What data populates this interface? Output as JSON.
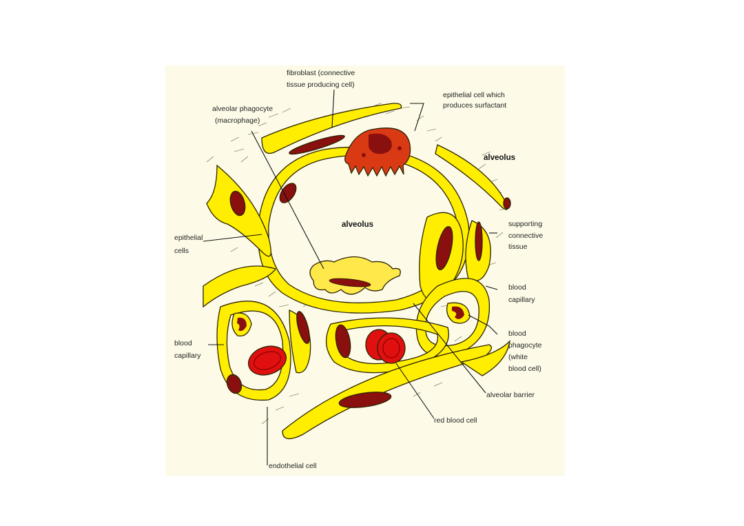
{
  "labels": {
    "fibroblast_line1": "fibroblast (connective",
    "fibroblast_line2": "tissue producing cell)",
    "epithelial_surf_line1": "epithelial cell which",
    "epithelial_surf_line2": "produces surfactant",
    "phagocyte_line1": "alveolar phagocyte",
    "phagocyte_line2": "(macrophage)",
    "alveolus_right": "alveolus",
    "alveolus_center": "alveolus",
    "epithelial_cells_line1": "epithelial",
    "epithelial_cells_line2": "cells",
    "supporting_line1": "supporting",
    "supporting_line2": "connective",
    "supporting_line3": "tissue",
    "capillary_right_line1": "blood",
    "capillary_right_line2": "capillary",
    "blood_phagocyte_line1": "blood",
    "blood_phagocyte_line2": "phagocyte",
    "blood_phagocyte_line3": "(white",
    "blood_phagocyte_line4": "blood cell)",
    "capillary_left_line1": "blood",
    "capillary_left_line2": "capillary",
    "alveolar_barrier": "alveolar barrier",
    "red_blood_cell": "red blood cell",
    "endothelial_cell": "endothelial cell"
  },
  "colors": {
    "background": "#fdfbe8",
    "membrane_yellow": "#ffee00",
    "nucleus": "#8a0f0f",
    "red_blood_cell": "#e01010",
    "surfactant_cell": "#d93a14",
    "macrophage": "#ffe94a"
  }
}
